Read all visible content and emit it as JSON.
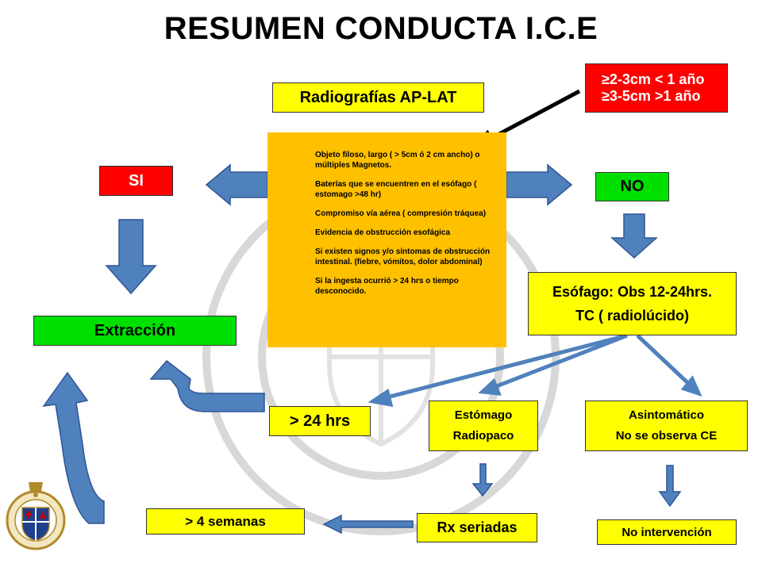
{
  "title": "RESUMEN CONDUCTA I.C.E",
  "radiografias": "Radiografías AP-LAT",
  "size_criteria": {
    "line1": "≥2-3cm < 1 año",
    "line2": "≥3-5cm >1 año"
  },
  "si_label": "SI",
  "no_label": "NO",
  "criteria": [
    "Objeto filoso, largo ( > 5cm ó 2 cm ancho)  o múltiples Magnetos.",
    "Baterías que se encuentren en el esófago ( estomago >48 hr)",
    "Compromiso  vía aérea ( compresión tráquea)",
    " Evidencia de obstrucción esofágica",
    " Si existen signos y/o síntomas de obstrucción intestinal. (fiebre, vómitos, dolor abdominal)",
    " Si la ingesta ocurrió > 24 hrs o tiempo desconocido."
  ],
  "extraccion": "Extracción",
  "esofago": {
    "line1": "Esófago: Obs 12-24hrs.",
    "line2": "TC ( radiolúcido)"
  },
  "mas_24hrs": "> 24 hrs",
  "estomago": {
    "line1": "Estómago",
    "line2": "Radiopaco"
  },
  "asintomatico": {
    "line1": "Asintomático",
    "line2": "No se observa CE"
  },
  "mas_4semanas": "> 4 semanas",
  "rx_seriadas": "Rx seriadas",
  "no_intervencion": "No intervención",
  "colors": {
    "yellow": "#ffff00",
    "green": "#00e000",
    "red": "#ff0000",
    "orange": "#ffc000",
    "arrow_blue": "#4f81bd"
  },
  "icons": {
    "logo": "university-crest-icon",
    "watermark": "university-seal-watermark"
  }
}
